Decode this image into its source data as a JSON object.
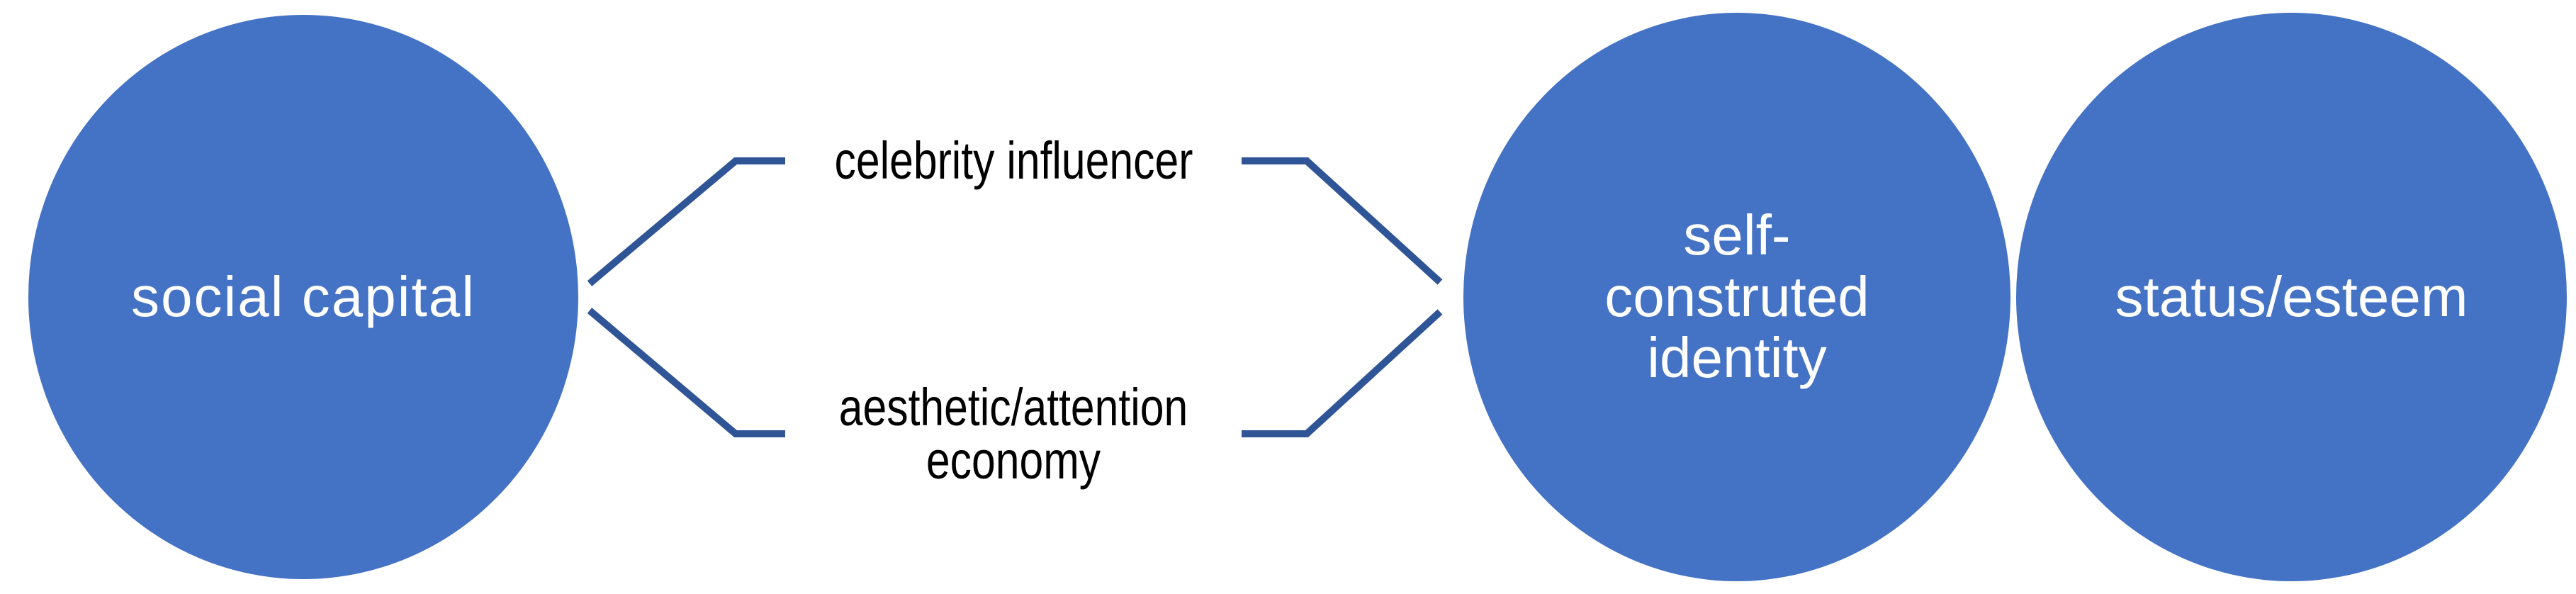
{
  "diagram": {
    "type": "branching-flow-diagram",
    "colors": {
      "background": "#FFFFFF",
      "node_fill": "#4472C4",
      "node_text": "#FFFFFF",
      "connector": "#2F5597",
      "label_text": "#000000"
    },
    "nodes": [
      {
        "id": "social-capital",
        "label": "social capital"
      },
      {
        "id": "self-construted-identity",
        "label": "self-construted identity"
      },
      {
        "id": "status-esteem",
        "label": "status/esteem"
      }
    ],
    "branches": [
      {
        "id": "celebrity-influencer",
        "label": "celebrity influencer"
      },
      {
        "id": "aesthetic-attention-economy",
        "label": "aesthetic/attention economy"
      }
    ]
  }
}
